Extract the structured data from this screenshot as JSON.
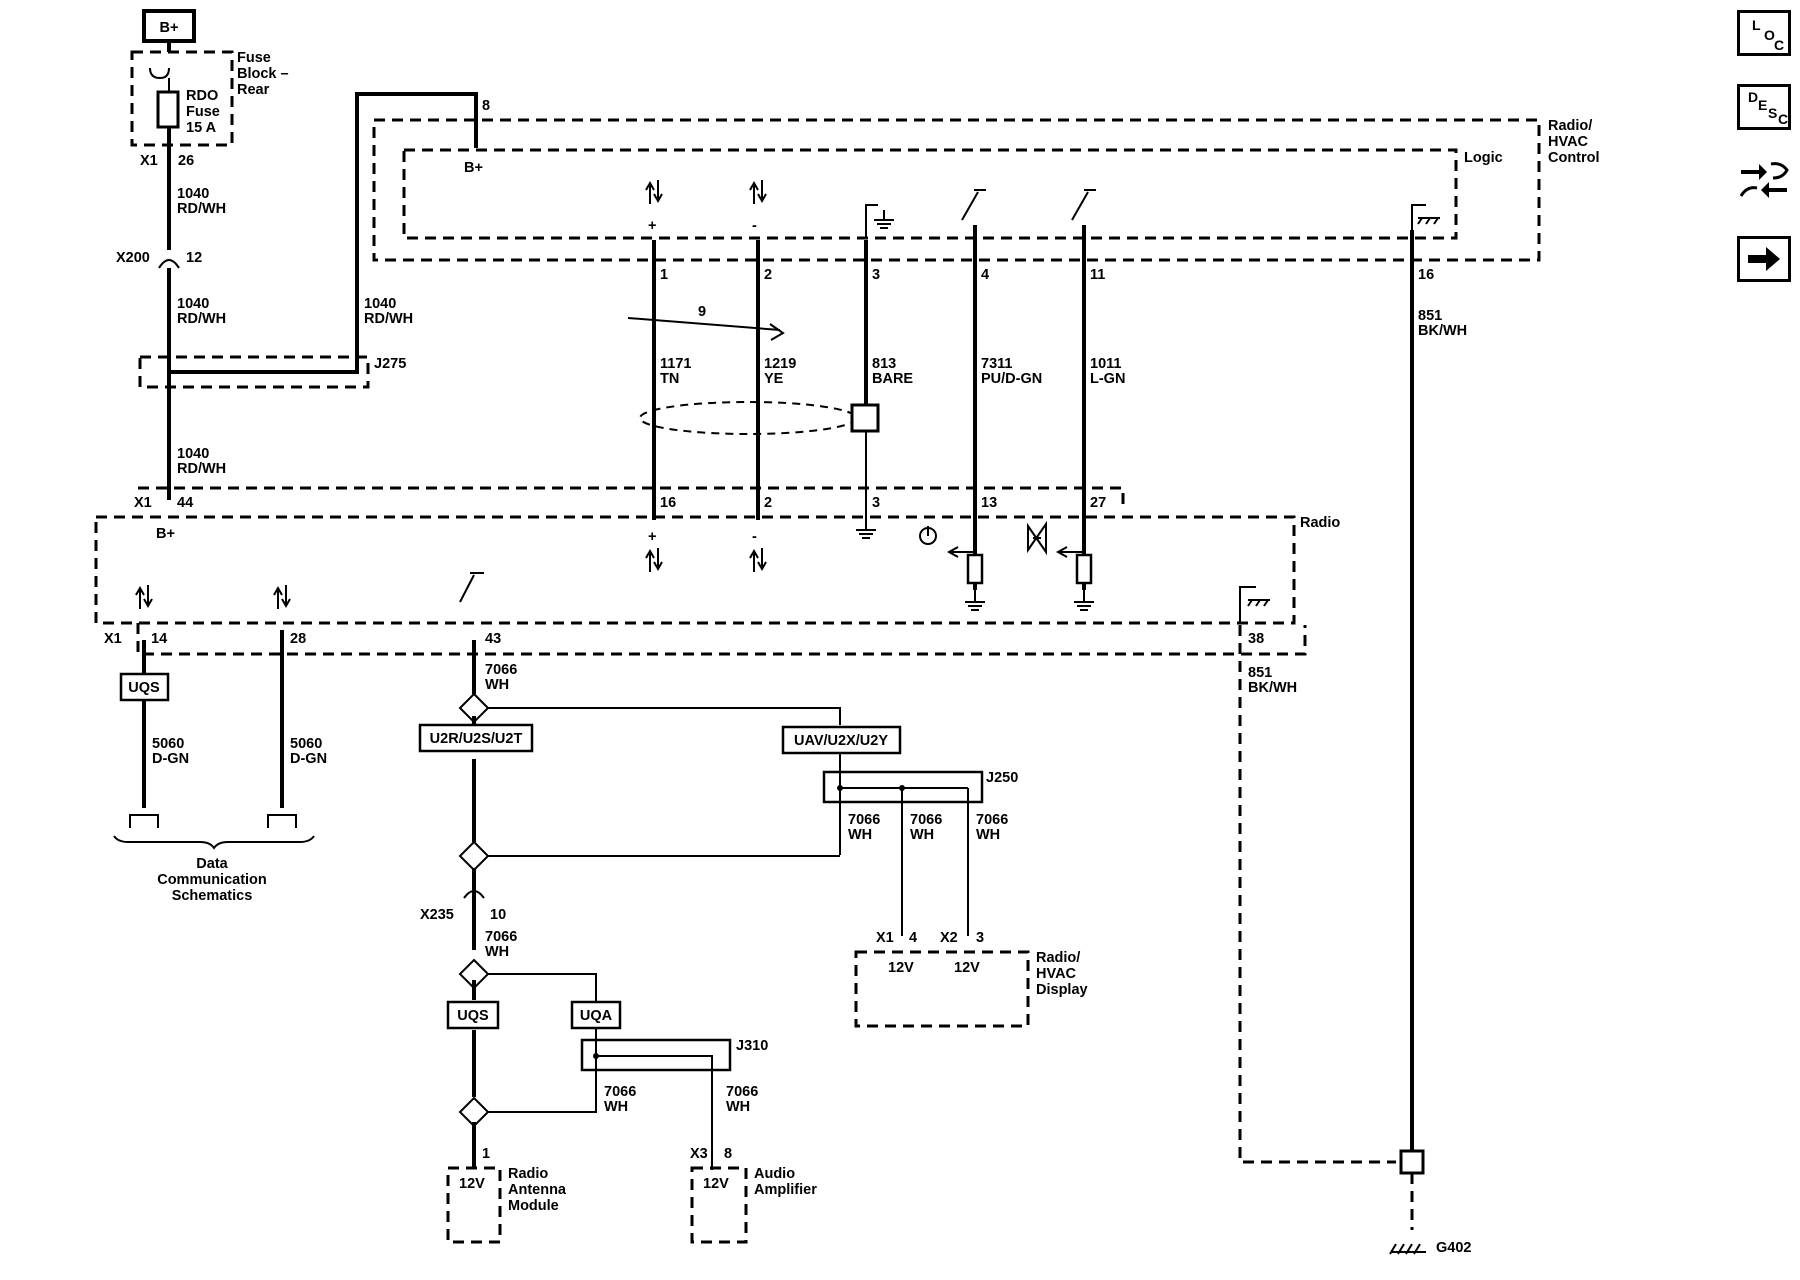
{
  "power": {
    "bplus_box": "B+",
    "bplus_radio": "B+",
    "bplus_logic": "B+"
  },
  "fuse": {
    "block_l1": "Fuse",
    "block_l2": "Block –",
    "block_l3": "Rear",
    "name_l1": "RDO",
    "name_l2": "Fuse",
    "name_l3": "15 A",
    "conn": "X1",
    "pin": "26"
  },
  "wires": {
    "w1040": "1040",
    "rdwh": "RD/WH",
    "w1171": "1171",
    "tn": "TN",
    "w1219": "1219",
    "ye": "YE",
    "w813": "813",
    "bare": "BARE",
    "w7311": "7311",
    "pudgn": "PU/D-GN",
    "w1011": "1011",
    "lgn": "L-GN",
    "w851": "851",
    "bkwh": "BK/WH",
    "w5060": "5060",
    "dgn": "D-GN",
    "w7066": "7066",
    "wh": "WH"
  },
  "connectors": {
    "x200": "X200",
    "x200_pin": "12",
    "j275": "J275",
    "j250": "J250",
    "j310": "J310",
    "x1": "X1",
    "x2": "X2",
    "x3": "X3",
    "x235": "X235",
    "x235_pin": "10",
    "twist": "9",
    "g402": "G402"
  },
  "modules": {
    "hvac_l1": "Radio/",
    "hvac_l2": "HVAC",
    "hvac_l3": "Control",
    "logic": "Logic",
    "radio": "Radio",
    "disp_l1": "Radio/",
    "disp_l2": "HVAC",
    "disp_l3": "Display",
    "ant_l1": "Radio",
    "ant_l2": "Antenna",
    "ant_l3": "Module",
    "amp_l1": "Audio",
    "amp_l2": "Amplifier",
    "v12": "12V",
    "data_l1": "Data",
    "data_l2": "Communication",
    "data_l3": "Schematics"
  },
  "pins": {
    "top": [
      "8",
      "1",
      "2",
      "3",
      "4",
      "11",
      "16"
    ],
    "radio_top": [
      "44",
      "16",
      "2",
      "3",
      "13",
      "27"
    ],
    "radio_bot": [
      "14",
      "28",
      "43",
      "38"
    ],
    "disp": [
      "4",
      "3"
    ],
    "ant": "1",
    "amp": "8"
  },
  "signs": {
    "plus": "+",
    "minus": "-"
  },
  "options": {
    "uqs": "UQS",
    "u2r": "U2R/U2S/U2T",
    "uav": "UAV/U2X/U2Y",
    "uqa": "UQA"
  },
  "nav": {
    "loc": {
      "a": "L",
      "b": "O",
      "c": "C"
    },
    "desc": {
      "a": "D",
      "b": "E",
      "c": "S",
      "d": "C"
    },
    "icons": [
      "component-view-icon",
      "next-arrow-icon"
    ]
  }
}
